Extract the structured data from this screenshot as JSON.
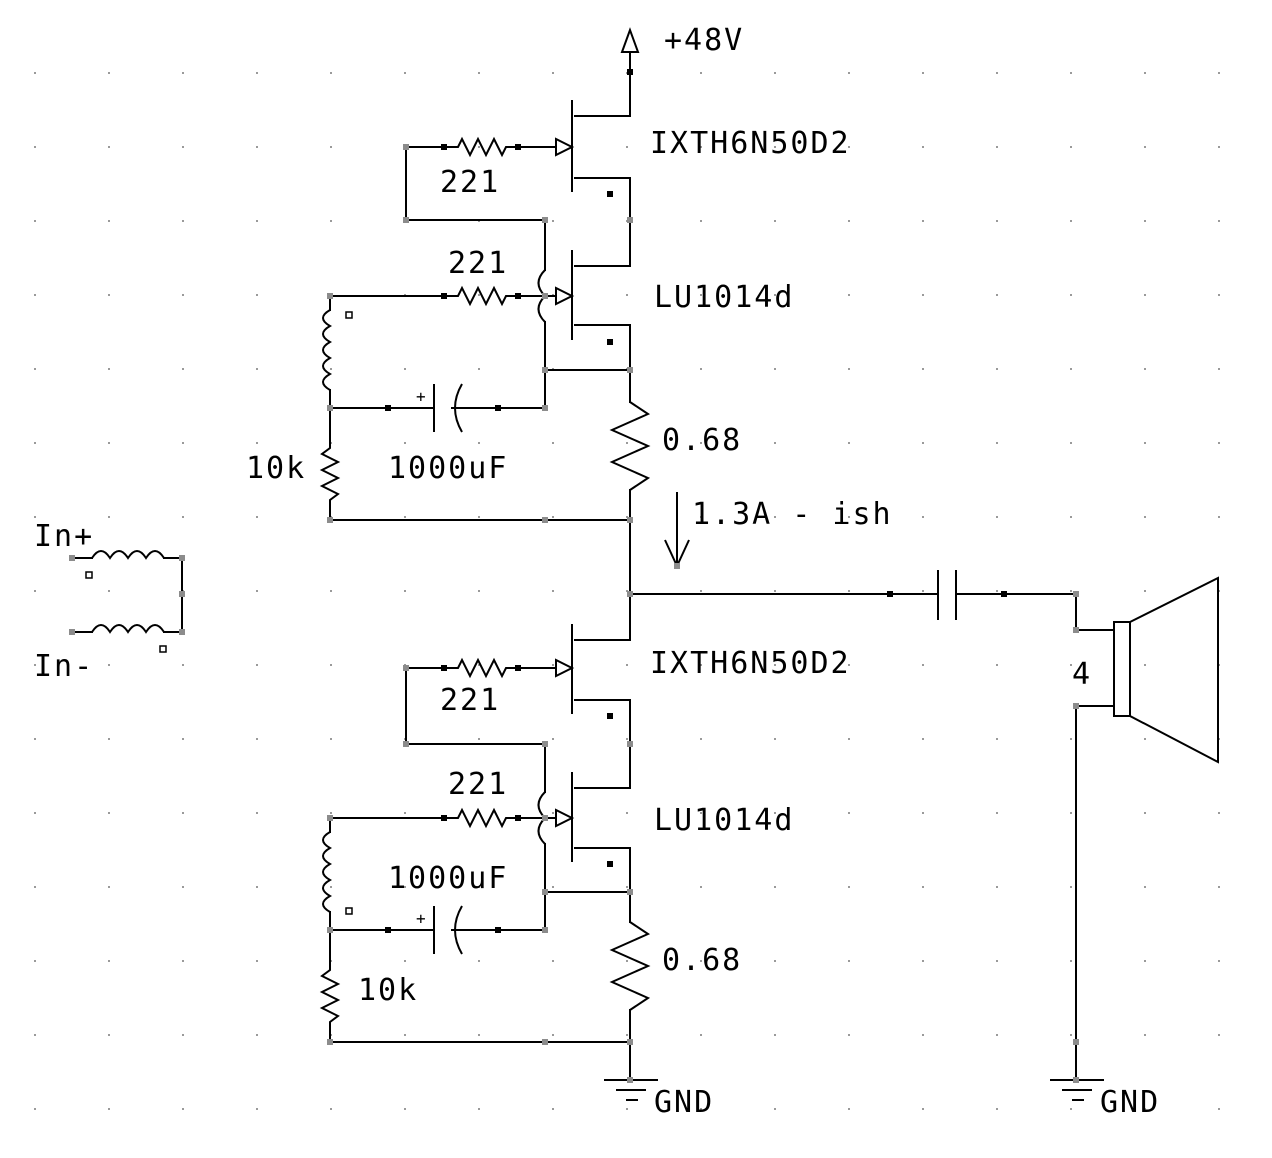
{
  "supply": {
    "label": "+48V"
  },
  "grounds": {
    "amp": "GND",
    "speaker": "GND"
  },
  "inputs": {
    "plus": "In+",
    "minus": "In-"
  },
  "transistors": {
    "top_upper": "IXTH6N50D2",
    "top_lower": "LU1014d",
    "bot_upper": "IXTH6N50D2",
    "bot_lower": "LU1014d"
  },
  "resistors": {
    "gate_top_upper": "221",
    "gate_top_lower": "221",
    "gate_bot_upper": "221",
    "gate_bot_lower": "221",
    "source_top": "0.68",
    "source_bot": "0.68",
    "bias_top": "10k",
    "bias_bot": "10k"
  },
  "capacitors": {
    "top": "1000uF",
    "bot": "1000uF"
  },
  "current_note": "1.3A - ish",
  "speaker": {
    "impedance": "4"
  }
}
